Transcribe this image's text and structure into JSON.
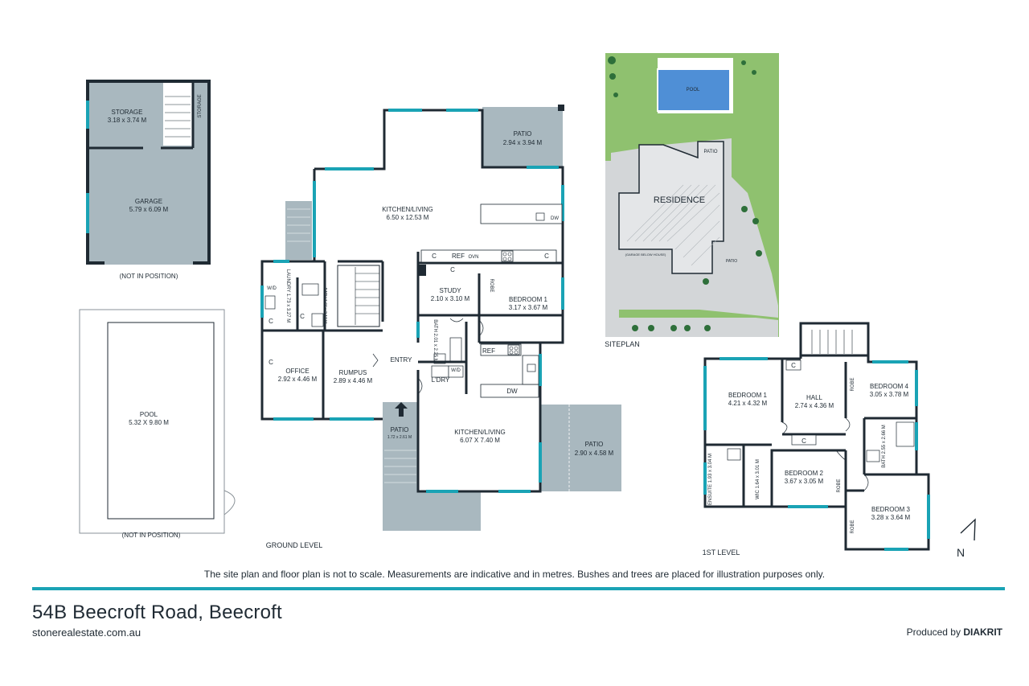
{
  "address": "54B Beecroft Road, Beecroft",
  "website": "stonerealestate.com.au",
  "credit_prefix": "Produced by",
  "credit_brand": "DIAKRIT",
  "footnote": "The site plan and floor plan is not to scale. Measurements are indicative and in metres. Bushes and trees are placed for illustration purposes only.",
  "colors": {
    "wall": "#1f2a33",
    "window": "#1aa3b5",
    "outdoor": "#a9b8bf",
    "lawn": "#8fc16f",
    "site_paving": "#d3d6d8"
  },
  "captions": {
    "ground": "GROUND LEVEL",
    "first": "1ST LEVEL",
    "siteplan": "SITEPLAN",
    "not_in_position_1": "(NOT IN POSITION)",
    "not_in_position_2": "(NOT IN POSITION)"
  },
  "compass": "N",
  "garage_block": {
    "storage": {
      "name": "STORAGE",
      "dims": "3.18 x 3.74 M"
    },
    "storage_side": "STORAGE",
    "garage": {
      "name": "GARAGE",
      "dims": "5.79 x 6.09 M"
    }
  },
  "pool_block": {
    "name": "POOL",
    "dims": "5.32 X 9.80 M"
  },
  "ground": {
    "patio_top": {
      "name": "PATIO",
      "dims": "2.94 x 3.94 M"
    },
    "kitchen_living_1": {
      "name": "KITCHEN/LIVING",
      "dims": "6.50 x 12.53 M"
    },
    "study": {
      "name": "STUDY",
      "dims": "2.10 x 3.10 M"
    },
    "bedroom1": {
      "name": "BEDROOM 1",
      "dims": "3.17 x 3.67 M"
    },
    "laundry": "LAUNDRY 1.73 x 3.27 M",
    "bath_small": "BATH 1.66 x 2.17 M",
    "bath_mid": "BATH 2.01 x 2.25 M",
    "office": {
      "name": "OFFICE",
      "dims": "2.92 x 4.46 M"
    },
    "rumpus": {
      "name": "RUMPUS",
      "dims": "2.89 x 4.46 M"
    },
    "entry": "ENTRY",
    "ldry": "L'DRY",
    "kitchen_living_2": {
      "name": "KITCHEN/LIVING",
      "dims": "6.07 X 7.40 M"
    },
    "patio_right": {
      "name": "PATIO",
      "dims": "2.90 x 4.58 M"
    },
    "patio_entry": {
      "name": "PATIO",
      "dims": "1.72 x 2.61 M"
    },
    "tags": {
      "c": "C",
      "ref": "REF",
      "ovn": "OVN",
      "dw": "DW",
      "robe": "ROBE",
      "wd": "W/D"
    }
  },
  "siteplan": {
    "pool": "POOL",
    "patio_1": "PATIO",
    "residence": "RESIDENCE",
    "patio_2": "PATIO",
    "garage_below": "(GARAGE BELOW HOUSE)"
  },
  "first": {
    "bedroom1": {
      "name": "BEDROOM 1",
      "dims": "4.21 x 4.32 M"
    },
    "hall": {
      "name": "HALL",
      "dims": "2.74 x 4.36 M"
    },
    "bedroom4": {
      "name": "BEDROOM 4",
      "dims": "3.05 x 3.78 M"
    },
    "ensuite": "ENSUITE 1.93 x 3.04 M",
    "wic": "WIC 1.64 x 3.01 M",
    "bedroom2": {
      "name": "BEDROOM 2",
      "dims": "3.67 x 3.05 M"
    },
    "bath": "BATH 2.55 x 2.66 M",
    "bedroom3": {
      "name": "BEDROOM 3",
      "dims": "3.28 x 3.64 M"
    },
    "tags": {
      "robe": "ROBE",
      "c": "C"
    }
  }
}
